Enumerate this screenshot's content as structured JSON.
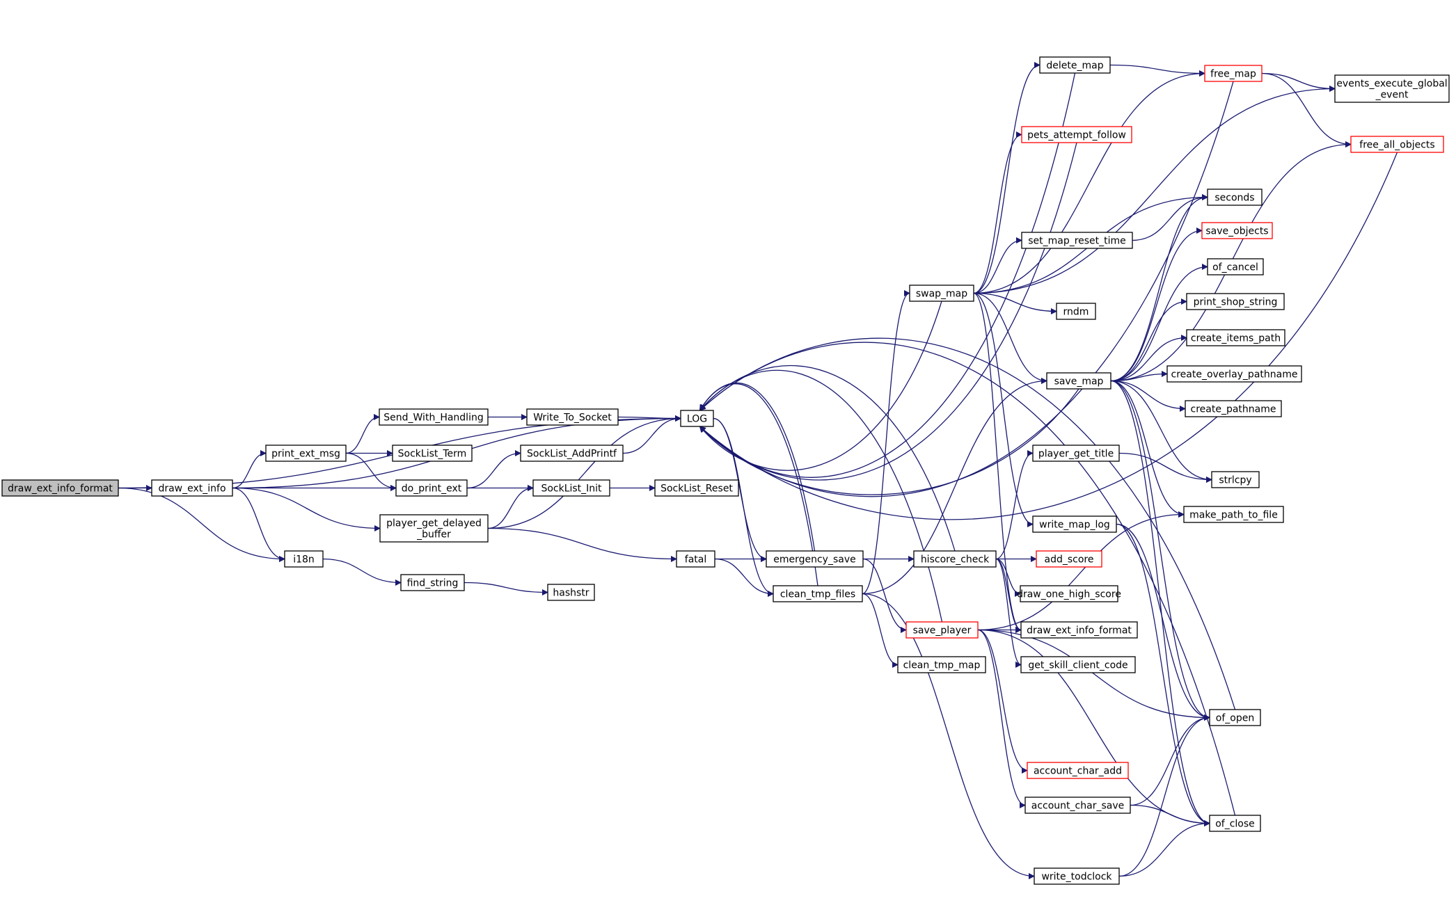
{
  "colors": {
    "edge": "#191970",
    "node_border": "#000000",
    "node_border_external": "#ff0000",
    "node_fill": "#ffffff",
    "node_fill_root": "#bfbfbf",
    "text": "#000000"
  },
  "nodes": [
    {
      "id": "draw_ext_info_format_root",
      "lines": [
        "draw_ext_info_format"
      ],
      "kind": "root"
    },
    {
      "id": "draw_ext_info",
      "lines": [
        "draw_ext_info"
      ],
      "kind": "normal"
    },
    {
      "id": "i18n",
      "lines": [
        "i18n"
      ],
      "kind": "normal"
    },
    {
      "id": "find_string",
      "lines": [
        "find_string"
      ],
      "kind": "normal"
    },
    {
      "id": "hashstr",
      "lines": [
        "hashstr"
      ],
      "kind": "normal"
    },
    {
      "id": "print_ext_msg",
      "lines": [
        "print_ext_msg"
      ],
      "kind": "normal"
    },
    {
      "id": "do_print_ext",
      "lines": [
        "do_print_ext"
      ],
      "kind": "normal"
    },
    {
      "id": "Send_With_Handling",
      "lines": [
        "Send_With_Handling"
      ],
      "kind": "normal"
    },
    {
      "id": "SockList_Term",
      "lines": [
        "SockList_Term"
      ],
      "kind": "normal"
    },
    {
      "id": "player_get_delayed_buffer",
      "lines": [
        "player_get_delayed",
        "_buffer"
      ],
      "kind": "normal"
    },
    {
      "id": "Write_To_Socket",
      "lines": [
        "Write_To_Socket"
      ],
      "kind": "normal"
    },
    {
      "id": "SockList_AddPrintf",
      "lines": [
        "SockList_AddPrintf"
      ],
      "kind": "normal"
    },
    {
      "id": "SockList_Init",
      "lines": [
        "SockList_Init"
      ],
      "kind": "normal"
    },
    {
      "id": "SockList_Reset",
      "lines": [
        "SockList_Reset"
      ],
      "kind": "normal"
    },
    {
      "id": "LOG",
      "lines": [
        "LOG"
      ],
      "kind": "normal"
    },
    {
      "id": "fatal",
      "lines": [
        "fatal"
      ],
      "kind": "normal"
    },
    {
      "id": "emergency_save",
      "lines": [
        "emergency_save"
      ],
      "kind": "normal"
    },
    {
      "id": "clean_tmp_files",
      "lines": [
        "clean_tmp_files"
      ],
      "kind": "normal"
    },
    {
      "id": "swap_map",
      "lines": [
        "swap_map"
      ],
      "kind": "normal"
    },
    {
      "id": "delete_map",
      "lines": [
        "delete_map"
      ],
      "kind": "normal"
    },
    {
      "id": "free_map",
      "lines": [
        "free_map"
      ],
      "kind": "external"
    },
    {
      "id": "events_execute_global_event",
      "lines": [
        "events_execute_global",
        "_event"
      ],
      "kind": "normal"
    },
    {
      "id": "free_all_objects",
      "lines": [
        "free_all_objects"
      ],
      "kind": "external"
    },
    {
      "id": "pets_attempt_follow",
      "lines": [
        "pets_attempt_follow"
      ],
      "kind": "external"
    },
    {
      "id": "seconds",
      "lines": [
        "seconds"
      ],
      "kind": "normal"
    },
    {
      "id": "set_map_reset_time",
      "lines": [
        "set_map_reset_time"
      ],
      "kind": "normal"
    },
    {
      "id": "save_objects",
      "lines": [
        "save_objects"
      ],
      "kind": "external"
    },
    {
      "id": "of_cancel",
      "lines": [
        "of_cancel"
      ],
      "kind": "normal"
    },
    {
      "id": "rndm",
      "lines": [
        "rndm"
      ],
      "kind": "normal"
    },
    {
      "id": "print_shop_string",
      "lines": [
        "print_shop_string"
      ],
      "kind": "normal"
    },
    {
      "id": "create_items_path",
      "lines": [
        "create_items_path"
      ],
      "kind": "normal"
    },
    {
      "id": "save_map",
      "lines": [
        "save_map"
      ],
      "kind": "normal"
    },
    {
      "id": "create_overlay_pathname",
      "lines": [
        "create_overlay_pathname"
      ],
      "kind": "normal"
    },
    {
      "id": "create_pathname",
      "lines": [
        "create_pathname"
      ],
      "kind": "normal"
    },
    {
      "id": "player_get_title",
      "lines": [
        "player_get_title"
      ],
      "kind": "normal"
    },
    {
      "id": "strlcpy",
      "lines": [
        "strlcpy"
      ],
      "kind": "normal"
    },
    {
      "id": "write_map_log",
      "lines": [
        "write_map_log"
      ],
      "kind": "normal"
    },
    {
      "id": "make_path_to_file",
      "lines": [
        "make_path_to_file"
      ],
      "kind": "normal"
    },
    {
      "id": "hiscore_check",
      "lines": [
        "hiscore_check"
      ],
      "kind": "normal"
    },
    {
      "id": "add_score",
      "lines": [
        "add_score"
      ],
      "kind": "external"
    },
    {
      "id": "draw_one_high_score",
      "lines": [
        "draw_one_high_score"
      ],
      "kind": "normal"
    },
    {
      "id": "save_player",
      "lines": [
        "save_player"
      ],
      "kind": "external"
    },
    {
      "id": "draw_ext_info_format_2",
      "lines": [
        "draw_ext_info_format"
      ],
      "kind": "normal"
    },
    {
      "id": "get_skill_client_code",
      "lines": [
        "get_skill_client_code"
      ],
      "kind": "normal"
    },
    {
      "id": "clean_tmp_map",
      "lines": [
        "clean_tmp_map"
      ],
      "kind": "normal"
    },
    {
      "id": "of_open",
      "lines": [
        "of_open"
      ],
      "kind": "normal"
    },
    {
      "id": "account_char_add",
      "lines": [
        "account_char_add"
      ],
      "kind": "external"
    },
    {
      "id": "account_char_save",
      "lines": [
        "account_char_save"
      ],
      "kind": "normal"
    },
    {
      "id": "of_close",
      "lines": [
        "of_close"
      ],
      "kind": "normal"
    },
    {
      "id": "write_todclock",
      "lines": [
        "write_todclock"
      ],
      "kind": "normal"
    }
  ],
  "edges": [
    {
      "from": "draw_ext_info_format_root",
      "to": "draw_ext_info"
    },
    {
      "from": "draw_ext_info_format_root",
      "to": "i18n"
    },
    {
      "from": "draw_ext_info_format_root",
      "to": "LOG"
    },
    {
      "from": "draw_ext_info",
      "to": "print_ext_msg"
    },
    {
      "from": "draw_ext_info",
      "to": "do_print_ext"
    },
    {
      "from": "draw_ext_info",
      "to": "player_get_delayed_buffer"
    },
    {
      "from": "draw_ext_info",
      "to": "i18n"
    },
    {
      "from": "draw_ext_info",
      "to": "LOG"
    },
    {
      "from": "i18n",
      "to": "find_string"
    },
    {
      "from": "find_string",
      "to": "hashstr"
    },
    {
      "from": "print_ext_msg",
      "to": "Send_With_Handling"
    },
    {
      "from": "print_ext_msg",
      "to": "SockList_Term"
    },
    {
      "from": "print_ext_msg",
      "to": "do_print_ext"
    },
    {
      "from": "do_print_ext",
      "to": "SockList_AddPrintf"
    },
    {
      "from": "do_print_ext",
      "to": "SockList_Init"
    },
    {
      "from": "Send_With_Handling",
      "to": "Write_To_Socket"
    },
    {
      "from": "Write_To_Socket",
      "to": "LOG"
    },
    {
      "from": "SockList_AddPrintf",
      "to": "LOG"
    },
    {
      "from": "SockList_Init",
      "to": "SockList_Reset"
    },
    {
      "from": "player_get_delayed_buffer",
      "to": "SockList_Init"
    },
    {
      "from": "player_get_delayed_buffer",
      "to": "LOG"
    },
    {
      "from": "player_get_delayed_buffer",
      "to": "fatal"
    },
    {
      "from": "fatal",
      "to": "emergency_save"
    },
    {
      "from": "fatal",
      "to": "clean_tmp_files"
    },
    {
      "from": "LOG",
      "to": "emergency_save"
    },
    {
      "from": "LOG",
      "to": "clean_tmp_files"
    },
    {
      "from": "emergency_save",
      "to": "LOG"
    },
    {
      "from": "emergency_save",
      "to": "hiscore_check"
    },
    {
      "from": "emergency_save",
      "to": "save_player"
    },
    {
      "from": "clean_tmp_files",
      "to": "LOG"
    },
    {
      "from": "clean_tmp_files",
      "to": "swap_map"
    },
    {
      "from": "clean_tmp_files",
      "to": "save_map"
    },
    {
      "from": "clean_tmp_files",
      "to": "clean_tmp_map"
    },
    {
      "from": "clean_tmp_files",
      "to": "write_todclock"
    },
    {
      "from": "swap_map",
      "to": "LOG"
    },
    {
      "from": "swap_map",
      "to": "delete_map"
    },
    {
      "from": "swap_map",
      "to": "free_map"
    },
    {
      "from": "swap_map",
      "to": "events_execute_global_event"
    },
    {
      "from": "swap_map",
      "to": "pets_attempt_follow"
    },
    {
      "from": "swap_map",
      "to": "set_map_reset_time"
    },
    {
      "from": "swap_map",
      "to": "seconds"
    },
    {
      "from": "swap_map",
      "to": "rndm"
    },
    {
      "from": "swap_map",
      "to": "save_map"
    },
    {
      "from": "swap_map",
      "to": "write_map_log"
    },
    {
      "from": "swap_map",
      "to": "draw_ext_info_format_2"
    },
    {
      "from": "delete_map",
      "to": "LOG"
    },
    {
      "from": "delete_map",
      "to": "free_map"
    },
    {
      "from": "free_map",
      "to": "LOG"
    },
    {
      "from": "free_map",
      "to": "events_execute_global_event"
    },
    {
      "from": "free_map",
      "to": "free_all_objects"
    },
    {
      "from": "free_all_objects",
      "to": "LOG"
    },
    {
      "from": "pets_attempt_follow",
      "to": "LOG"
    },
    {
      "from": "set_map_reset_time",
      "to": "seconds"
    },
    {
      "from": "save_map",
      "to": "LOG"
    },
    {
      "from": "save_map",
      "to": "seconds"
    },
    {
      "from": "save_map",
      "to": "save_objects"
    },
    {
      "from": "save_map",
      "to": "of_cancel"
    },
    {
      "from": "save_map",
      "to": "print_shop_string"
    },
    {
      "from": "save_map",
      "to": "create_items_path"
    },
    {
      "from": "save_map",
      "to": "create_overlay_pathname"
    },
    {
      "from": "save_map",
      "to": "create_pathname"
    },
    {
      "from": "save_map",
      "to": "free_all_objects"
    },
    {
      "from": "save_map",
      "to": "strlcpy"
    },
    {
      "from": "save_map",
      "to": "make_path_to_file"
    },
    {
      "from": "save_map",
      "to": "of_open"
    },
    {
      "from": "save_map",
      "to": "of_close"
    },
    {
      "from": "player_get_title",
      "to": "strlcpy"
    },
    {
      "from": "write_map_log",
      "to": "of_open"
    },
    {
      "from": "write_map_log",
      "to": "of_close"
    },
    {
      "from": "hiscore_check",
      "to": "LOG"
    },
    {
      "from": "hiscore_check",
      "to": "player_get_title"
    },
    {
      "from": "hiscore_check",
      "to": "add_score"
    },
    {
      "from": "hiscore_check",
      "to": "draw_one_high_score"
    },
    {
      "from": "hiscore_check",
      "to": "draw_ext_info_format_2"
    },
    {
      "from": "hiscore_check",
      "to": "get_skill_client_code"
    },
    {
      "from": "save_player",
      "to": "LOG"
    },
    {
      "from": "save_player",
      "to": "draw_ext_info_format_2"
    },
    {
      "from": "save_player",
      "to": "make_path_to_file"
    },
    {
      "from": "save_player",
      "to": "of_open"
    },
    {
      "from": "save_player",
      "to": "account_char_add"
    },
    {
      "from": "save_player",
      "to": "account_char_save"
    },
    {
      "from": "save_player",
      "to": "of_close"
    },
    {
      "from": "account_char_save",
      "to": "of_open"
    },
    {
      "from": "account_char_save",
      "to": "of_close"
    },
    {
      "from": "write_todclock",
      "to": "of_open"
    },
    {
      "from": "write_todclock",
      "to": "of_close"
    },
    {
      "from": "of_open",
      "to": "LOG"
    },
    {
      "from": "of_close",
      "to": "LOG"
    }
  ]
}
